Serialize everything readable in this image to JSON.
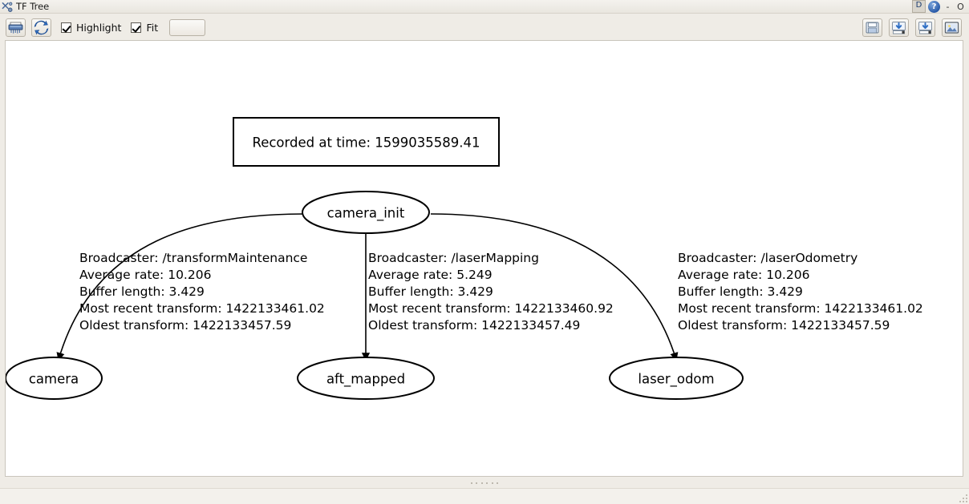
{
  "window": {
    "title": "TF Tree",
    "title_icon": "tf-tree-icon",
    "buttons": {
      "dock": "D",
      "help": "?",
      "minimize": "-",
      "close": "O"
    }
  },
  "toolbar": {
    "left_buttons": [
      {
        "name": "print-icon",
        "tooltip": "Print"
      },
      {
        "name": "refresh-icon",
        "tooltip": "Refresh"
      }
    ],
    "checkboxes": [
      {
        "label": "Highlight",
        "checked": true
      },
      {
        "label": "Fit",
        "checked": true
      }
    ],
    "combo_value": "",
    "right_buttons": [
      {
        "name": "save-as-icon",
        "tooltip": "Save"
      },
      {
        "name": "export-dot-icon",
        "tooltip": "Export DOT"
      },
      {
        "name": "export-svg-icon",
        "tooltip": "Export SVG"
      },
      {
        "name": "export-image-icon",
        "tooltip": "Export Image"
      }
    ]
  },
  "graph": {
    "recorded_box": {
      "label": "Recorded at time: 1599035589.41"
    },
    "nodes": [
      {
        "id": "camera_init",
        "label": "camera_init"
      },
      {
        "id": "camera",
        "label": "camera"
      },
      {
        "id": "aft_mapped",
        "label": "aft_mapped"
      },
      {
        "id": "laser_odom",
        "label": "laser_odom"
      }
    ],
    "edges": [
      {
        "from": "camera_init",
        "to": "camera",
        "lines": [
          "Broadcaster: /transformMaintenance",
          "Average rate: 10.206",
          "Buffer length: 3.429",
          "Most recent transform: 1422133461.02",
          "Oldest transform: 1422133457.59"
        ]
      },
      {
        "from": "camera_init",
        "to": "aft_mapped",
        "lines": [
          "Broadcaster: /laserMapping",
          "Average rate: 5.249",
          "Buffer length: 3.429",
          "Most recent transform: 1422133460.92",
          "Oldest transform: 1422133457.49"
        ]
      },
      {
        "from": "camera_init",
        "to": "laser_odom",
        "lines": [
          "Broadcaster: /laserOdometry",
          "Average rate: 10.206",
          "Buffer length: 3.429",
          "Most recent transform: 1422133461.02",
          "Oldest transform: 1422133457.59"
        ]
      }
    ]
  },
  "statusbar": {
    "text": ""
  },
  "colors": {
    "window_bg": "#efece6",
    "canvas_bg": "#ffffff",
    "graph_stroke": "#000000",
    "accent_blue": "#2a5ba8"
  }
}
